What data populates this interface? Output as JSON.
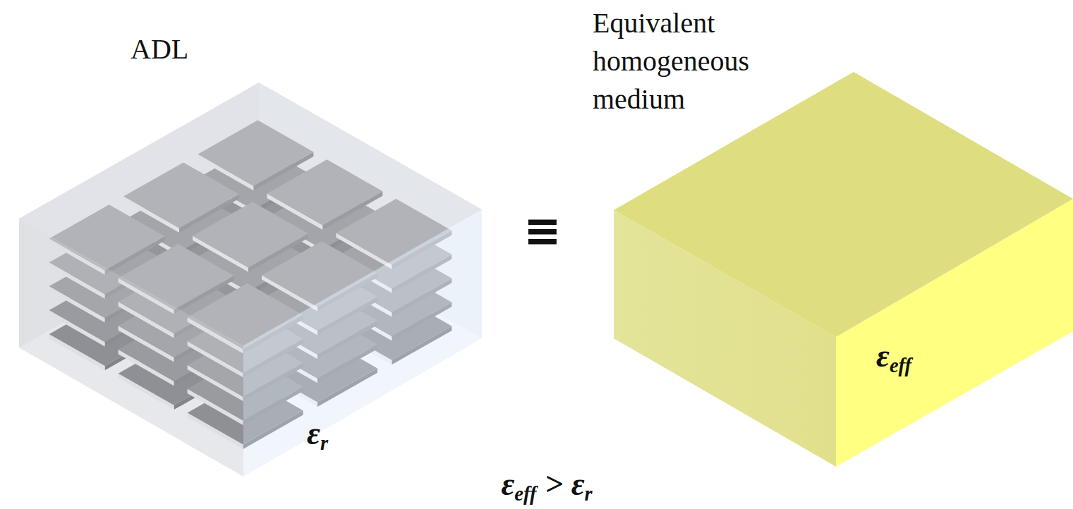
{
  "diagram": {
    "nodes": [
      {
        "text": [
          "ADL",
          "εr"
        ]
      },
      {
        "text": [
          "Equivalent homogeneous medium",
          "εeff"
        ]
      }
    ],
    "labels": [
      "≡",
      "εeff > εr"
    ]
  }
}
